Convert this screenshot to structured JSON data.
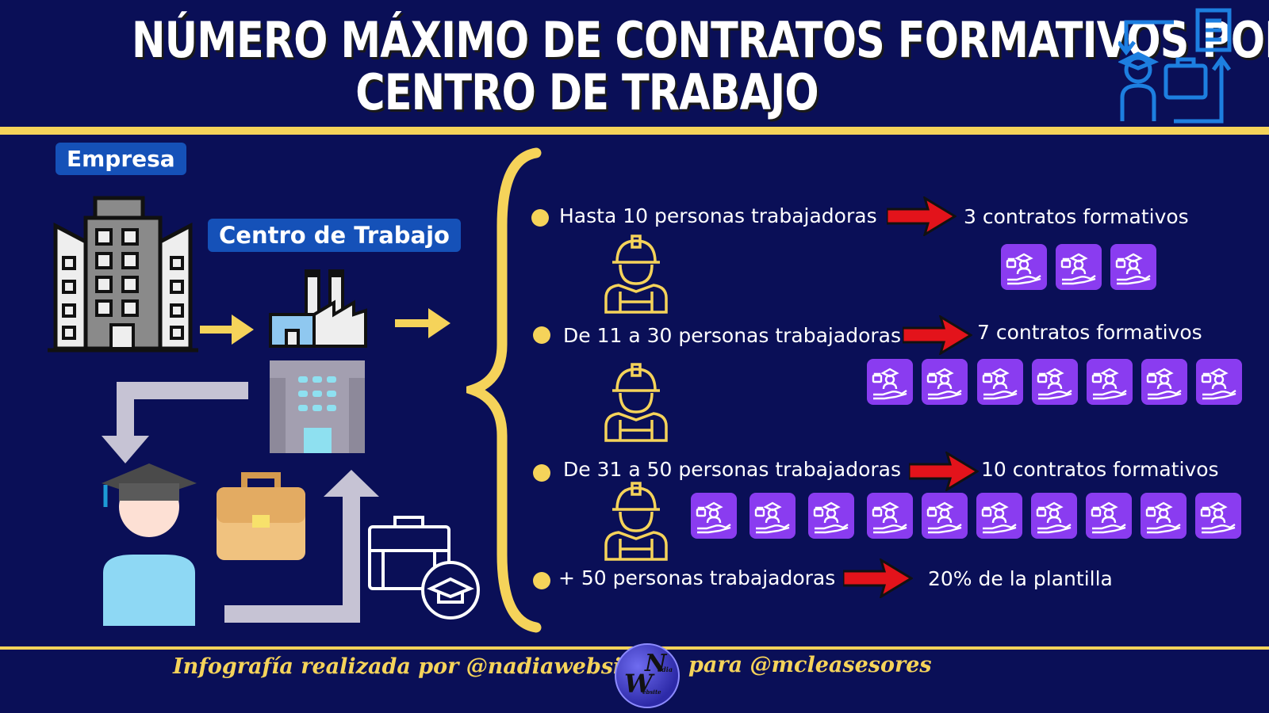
{
  "title": {
    "line1": "NÚMERO MÁXIMO DE CONTRATOS FORMATIVOS POR",
    "line2": "CENTRO DE TRABAJO"
  },
  "labels": {
    "empresa": "Empresa",
    "centro": "Centro de Trabajo"
  },
  "rows": [
    {
      "label": "Hasta 10 personas trabajadoras",
      "result": "3 contratos formativos",
      "tiles": 3
    },
    {
      "label": "De 11 a 30 personas trabajadoras",
      "result": "7 contratos formativos",
      "tiles": 7
    },
    {
      "label": "De 31 a 50 personas trabajadoras",
      "result": "10 contratos formativos",
      "tiles": 10
    },
    {
      "label": "+ 50 personas trabajadoras",
      "result": "20% de la plantilla",
      "tiles": 0
    }
  ],
  "footer": {
    "left": "Infografía realizada por @nadiawebsite",
    "right": "para @mcleasesores",
    "logo_big": "N",
    "logo_small": "adia",
    "logo_w": "W",
    "logo_ebsite": "ebsite"
  },
  "colors": {
    "background": "#0a0f57",
    "accent_yellow": "#f5d35a",
    "tile_purple": "#8a3cf0",
    "pill_blue": "#1551b8",
    "arrow_red": "#e3131b"
  }
}
